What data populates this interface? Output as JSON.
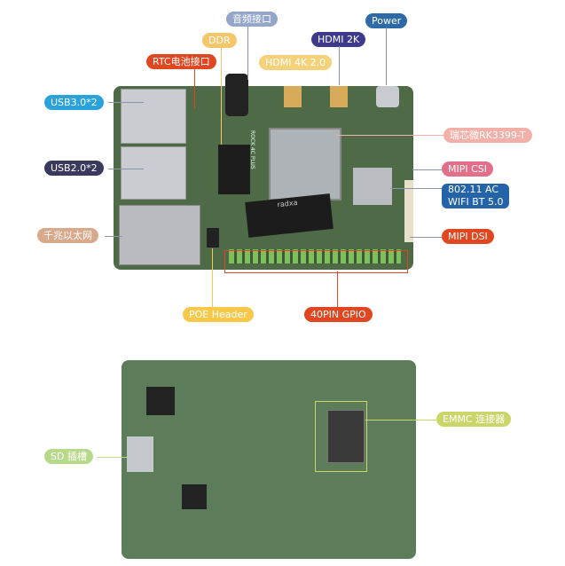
{
  "top_labels": {
    "audio": "音频接口",
    "power": "Power",
    "ddr": "DDR",
    "hdmi2k": "HDMI 2K",
    "rtc": "RTC电池接口",
    "hdmi4k": "HDMI 4K 2.0",
    "usb3": "USB3.0*2",
    "soc": "瑞芯微RK3399-T",
    "usb2": "USB2.0*2",
    "mipi_csi": "MIPI CSI",
    "wifi_line1": "802.11 AC",
    "wifi_line2": "WIFI BT 5.0",
    "ethernet": "千兆以太网",
    "mipi_dsi": "MIPI DSI",
    "poe": "POE Header",
    "gpio": "40PIN GPIO"
  },
  "bottom_labels": {
    "emmc": "EMMC 连接器",
    "sd": "SD 插槽"
  },
  "board_text": {
    "brand": "radxa",
    "model": "ROCK 4C PLUS"
  },
  "colors": {
    "board_top": "#4e6a47",
    "board_bottom": "#5d7c59",
    "red": "#e0461f",
    "blue": "#2f6aa8"
  }
}
